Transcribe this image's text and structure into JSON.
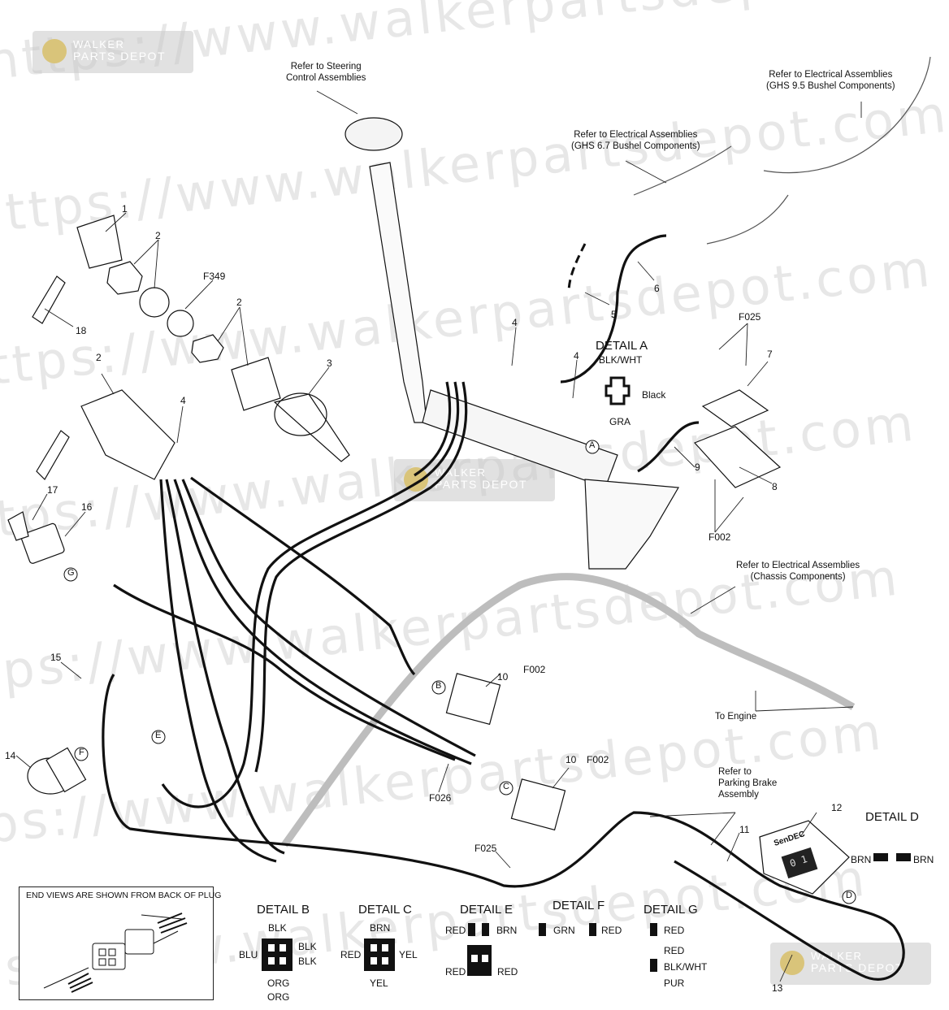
{
  "watermarks": {
    "logo_line1": "WALKER",
    "logo_line2": "PARTS DEPOT",
    "url_text": "https://www.walkerpartsdepot.com"
  },
  "references": {
    "steering": [
      "Refer to Steering",
      "Control Assemblies"
    ],
    "ghs95": [
      "Refer to Electrical Assemblies",
      "(GHS 9.5 Bushel Components)"
    ],
    "ghs67": [
      "Refer to Electrical Assemblies",
      "(GHS 6.7 Bushel Components)"
    ],
    "chassis": [
      "Refer to Electrical Assemblies",
      "(Chassis Components)"
    ],
    "engine": "To Engine",
    "parking": [
      "Refer to",
      "Parking Brake",
      "Assembly"
    ]
  },
  "callouts": {
    "n1": "1",
    "n2a": "2",
    "n2b": "2",
    "n2c": "2",
    "n3": "3",
    "n4a": "4",
    "n4b": "4",
    "n4c": "4",
    "n5": "5",
    "n6": "6",
    "n7": "7",
    "n8": "8",
    "n9": "9",
    "n10a": "10",
    "n10b": "10",
    "n11": "11",
    "n12": "12",
    "n13": "13",
    "n14": "14",
    "n15": "15",
    "n16": "16",
    "n17": "17",
    "n18": "18",
    "f349": "F349",
    "f025a": "F025",
    "f025b": "F025",
    "f002a": "F002",
    "f002b": "F002",
    "f002c": "F002",
    "f026": "F026",
    "black": "Black",
    "letters": {
      "A": "A",
      "B": "B",
      "C": "C",
      "D": "D",
      "E": "E",
      "F": "F",
      "G": "G"
    }
  },
  "details": {
    "a": {
      "title": "DETAIL A",
      "top": "BLK/WHT",
      "bottom": "GRA"
    },
    "b": {
      "title": "DETAIL B",
      "top": "BLK",
      "left": "BLU",
      "right1": "BLK",
      "right2": "BLK",
      "bottom1": "ORG",
      "bottom2": "ORG"
    },
    "c": {
      "title": "DETAIL C",
      "top": "BRN",
      "left": "RED",
      "right": "YEL",
      "bottom": "YEL"
    },
    "d": {
      "title": "DETAIL D",
      "left": "BRN",
      "right": "BRN"
    },
    "e": {
      "title": "DETAIL E",
      "top_left": "RED",
      "top_right": "BRN",
      "bottom_left": "RED",
      "bottom_right": "RED"
    },
    "f": {
      "title": "DETAIL F",
      "left": "GRN",
      "right": "RED"
    },
    "g": {
      "title": "DETAIL G",
      "w1": "RED",
      "w2": "RED",
      "w3": "BLK/WHT",
      "w4": "PUR"
    }
  },
  "hour_meter": {
    "brand": "SenDEC",
    "reading": "0 1"
  },
  "legend": {
    "text": "END VIEWS ARE SHOWN FROM BACK OF PLUG"
  }
}
